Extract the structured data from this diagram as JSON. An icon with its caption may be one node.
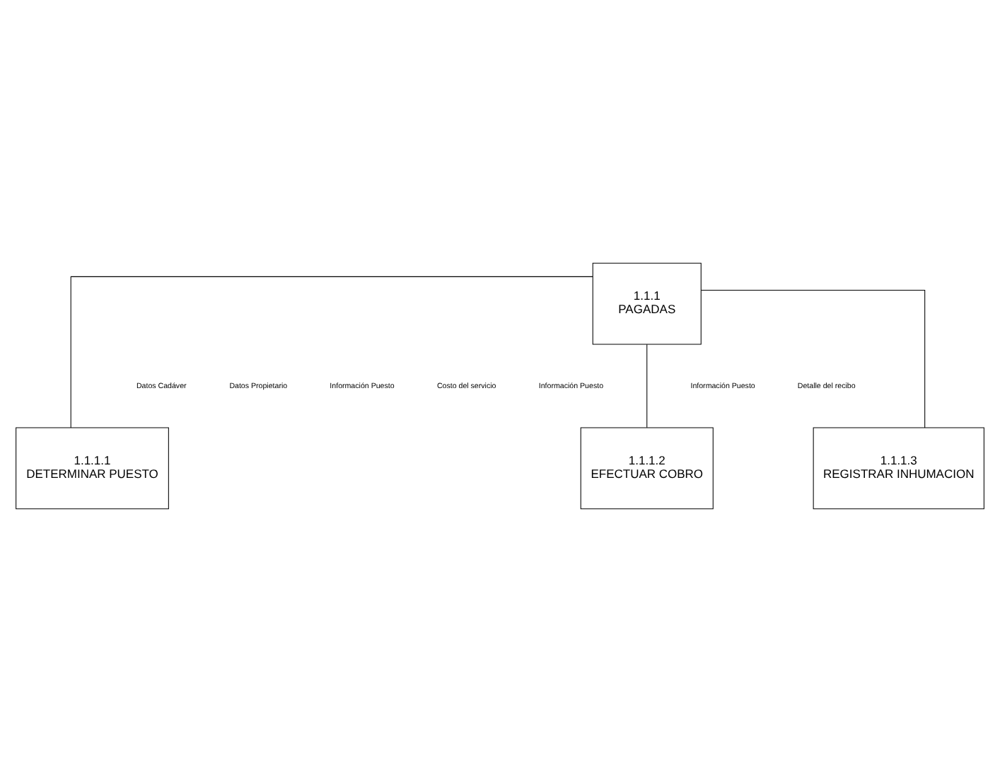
{
  "diagram": {
    "nodes": [
      {
        "text": [
          "1.1.1",
          "PAGADAS"
        ]
      },
      {
        "text": [
          "1.1.1.1",
          "DETERMINAR PUESTO"
        ]
      },
      {
        "text": [
          "1.1.1.2",
          "EFECTUAR COBRO"
        ]
      },
      {
        "text": [
          "1.1.1.3",
          "REGISTRAR INHUMACION"
        ]
      }
    ],
    "edges": [
      {
        "from": 0,
        "to": 1,
        "arrow": "none"
      },
      {
        "from": 0,
        "to": 2,
        "arrow": "none"
      },
      {
        "from": 0,
        "to": 3,
        "arrow": "none"
      }
    ],
    "labels": [
      "Datos Cadáver",
      "Datos Propietario",
      "Información Puesto",
      "Costo del servicio",
      "Información Puesto",
      "Información Puesto",
      "Detalle del recibo"
    ]
  }
}
